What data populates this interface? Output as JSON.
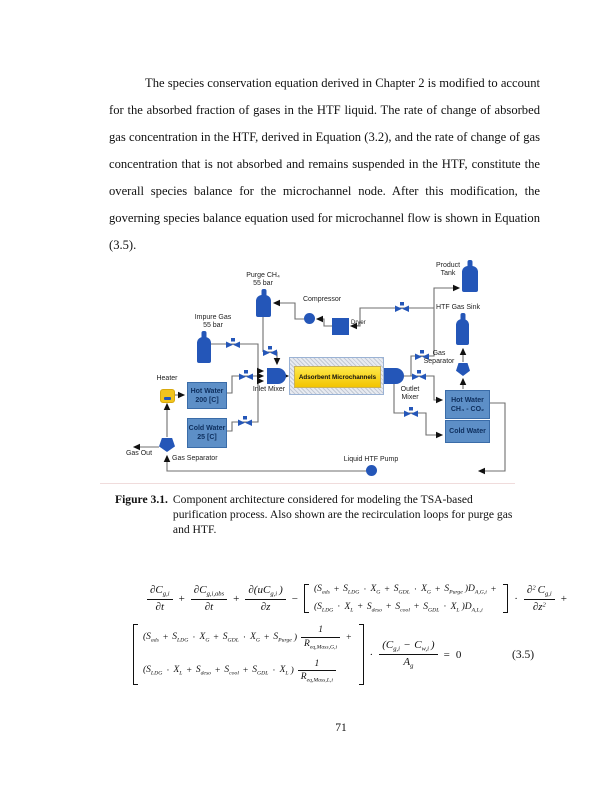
{
  "page": {
    "number": "71"
  },
  "paragraph": "The species conservation equation derived in Chapter 2 is modified to account for the absorbed fraction of gases in the HTF liquid. The rate of change of absorbed gas concentration in the HTF, derived in Equation (3.2), and the rate of change of gas concentration that is not absorbed and remains suspended in the HTF, constitute the overall species balance for the microchannel node. After this modification, the governing species balance equation used for microchannel flow is shown in Equation (3.5).",
  "figure": {
    "caption_label": "Figure 3.1.",
    "caption_text": "Component architecture considered for modeling the TSA-based purification process. Also shown are the recirculation loops for purge gas and HTF.",
    "labels": {
      "purge": [
        "Purge CH₄",
        "55 bar"
      ],
      "impure": [
        "Impure Gas",
        "55 bar"
      ],
      "compressor": "Compressor",
      "dryer": "Dryer",
      "product": [
        "Product",
        "Tank"
      ],
      "htf_sink": "HTF Gas Sink",
      "heater": "Heater",
      "hot_water_left": [
        "Hot Water",
        "200 [C]"
      ],
      "cold_water_left": [
        "Cold Water",
        "25 [C]"
      ],
      "inlet_mixer": "Inlet Mixer",
      "adsorbent": "Adsorbent Microchannels",
      "outlet_mixer": [
        "Outlet",
        "Mixer"
      ],
      "gas_separator_right": [
        "Gas",
        "Separator"
      ],
      "hot_water_right": [
        "Hot Water",
        "CH₄ - CO₂"
      ],
      "cold_water_right": "Cold Water",
      "gas_out": "Gas Out",
      "gas_separator_bottom": "Gas Separator",
      "pump": "Liquid HTF Pump"
    }
  },
  "equation": {
    "number": "(3.5)",
    "line1": [
      {
        "frac": {
          "num": [
            {
              "t": "∂C",
              "sub": "g,i"
            }
          ],
          "den": [
            {
              "t": "∂t"
            }
          ]
        }
      },
      {
        "t": "+",
        "op": 1
      },
      {
        "frac": {
          "num": [
            {
              "t": "∂C",
              "sub": "g,i,abs"
            }
          ],
          "den": [
            {
              "t": "∂t"
            }
          ]
        }
      },
      {
        "t": "+",
        "op": 1
      },
      {
        "frac": {
          "num": [
            {
              "t": "∂(uC",
              "sub": "g,i"
            },
            {
              "t": ")"
            }
          ],
          "den": [
            {
              "t": "∂z"
            }
          ]
        }
      },
      {
        "t": "−",
        "op": 1
      },
      {
        "stack": [
          [
            {
              "t": "(S",
              "sub": "ads"
            },
            {
              "t": "+",
              "op": 1
            },
            {
              "t": "S",
              "sub": "LDG"
            },
            {
              "t": "·",
              "op": 1
            },
            {
              "t": "X",
              "sub": "G"
            },
            {
              "t": "+",
              "op": 1
            },
            {
              "t": "S",
              "sub": "GDL"
            },
            {
              "t": "·",
              "op": 1
            },
            {
              "t": "X",
              "sub": "G"
            },
            {
              "t": "+",
              "op": 1
            },
            {
              "t": "S",
              "sub": "Purge"
            },
            {
              "t": ")D",
              "sub": "A,G,i"
            },
            {
              "t": "+",
              "op": 1
            }
          ],
          [
            {
              "t": "(S",
              "sub": "LDG"
            },
            {
              "t": "·",
              "op": 1
            },
            {
              "t": "X",
              "sub": "L"
            },
            {
              "t": "+",
              "op": 1
            },
            {
              "t": "S",
              "sub": "deso"
            },
            {
              "t": "+",
              "op": 1
            },
            {
              "t": "S",
              "sub": "cool"
            },
            {
              "t": "+",
              "op": 1
            },
            {
              "t": "S",
              "sub": "GDL"
            },
            {
              "t": "·",
              "op": 1
            },
            {
              "t": "X",
              "sub": "L"
            },
            {
              "t": ")D",
              "sub": "A,L,i"
            }
          ]
        ]
      },
      {
        "t": "·",
        "op": 1
      },
      {
        "frac": {
          "num": [
            {
              "t": "∂",
              "sup": "2"
            },
            {
              "t": "C",
              "sub": "g,i"
            }
          ],
          "den": [
            {
              "t": "∂z",
              "sup": "2"
            }
          ]
        }
      },
      {
        "t": "+",
        "op": 1
      }
    ],
    "line2": [
      {
        "stack": [
          [
            {
              "t": "(S",
              "sub": "ads"
            },
            {
              "t": "+",
              "op": 1
            },
            {
              "t": "S",
              "sub": "LDG"
            },
            {
              "t": "·",
              "op": 1
            },
            {
              "t": "X",
              "sub": "G"
            },
            {
              "t": "+",
              "op": 1
            },
            {
              "t": "S",
              "sub": "GDL"
            },
            {
              "t": "·",
              "op": 1
            },
            {
              "t": "X",
              "sub": "G"
            },
            {
              "t": "+",
              "op": 1
            },
            {
              "t": "S",
              "sub": "Purge"
            },
            {
              "t": ")"
            },
            {
              "frac": {
                "num": [
                  {
                    "t": "1"
                  }
                ],
                "den": [
                  {
                    "t": "R",
                    "sub": "eq,Mass,G,i"
                  }
                ]
              }
            },
            {
              "t": "+",
              "op": 1
            }
          ],
          [
            {
              "t": "(S",
              "sub": "LDG"
            },
            {
              "t": "·",
              "op": 1
            },
            {
              "t": "X",
              "sub": "L"
            },
            {
              "t": "+",
              "op": 1
            },
            {
              "t": "S",
              "sub": "deso"
            },
            {
              "t": "+",
              "op": 1
            },
            {
              "t": "S",
              "sub": "cool"
            },
            {
              "t": "+",
              "op": 1
            },
            {
              "t": "S",
              "sub": "GDL"
            },
            {
              "t": "·",
              "op": 1
            },
            {
              "t": "X",
              "sub": "L"
            },
            {
              "t": ")"
            },
            {
              "frac": {
                "num": [
                  {
                    "t": "1"
                  }
                ],
                "den": [
                  {
                    "t": "R",
                    "sub": "eq,Mass,L,i"
                  }
                ]
              }
            }
          ]
        ]
      },
      {
        "t": "·",
        "op": 1
      },
      {
        "frac": {
          "num": [
            {
              "t": "(C",
              "sub": "g,i"
            },
            {
              "t": "−",
              "op": 1
            },
            {
              "t": "C",
              "sub": "w,i"
            },
            {
              "t": ")"
            }
          ],
          "den": [
            {
              "t": "A",
              "sub": "g"
            }
          ]
        }
      },
      {
        "t": "=",
        "op": 1
      },
      {
        "t": "0",
        "op": 1
      }
    ]
  },
  "colors": {
    "component_blue": "#2456b8",
    "box_blue": "#5d8fc7",
    "box_border": "#3a6ca8",
    "box_text": "#0e2f5e",
    "adsorbent_yellow": "#ffd800",
    "heater_yellow": "#f2c41d",
    "line_gray": "#6f6f6f"
  }
}
